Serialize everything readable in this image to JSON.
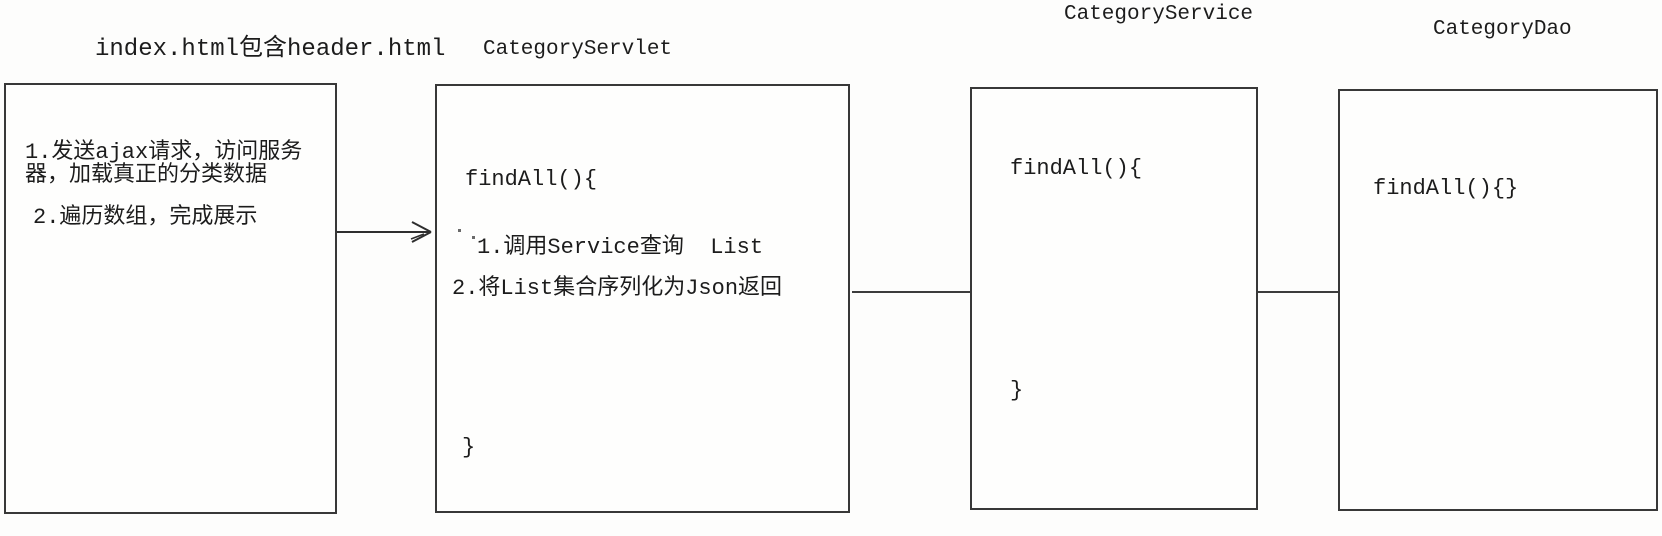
{
  "diagram": {
    "description": "Ajax category query flow diagram",
    "colors": {
      "background": "#fdfdfc",
      "box_border": "#383838",
      "text": "#1c1c1c"
    },
    "nodes": [
      {
        "id": "client",
        "title": "index.html包含header.html",
        "body": [
          "1.发送ajax请求，访问服务器，加载真正的分类数据",
          "2.遍历数组，完成展示"
        ]
      },
      {
        "id": "servlet",
        "title": "CategoryServlet",
        "body": [
          "findAll(){",
          "1.调用Service查询  List",
          "2.将List集合序列化为Json返回",
          "}"
        ]
      },
      {
        "id": "service",
        "title": "CategoryService",
        "body": [
          "findAll(){",
          "}"
        ]
      },
      {
        "id": "dao",
        "title": "CategoryDao",
        "body": [
          "findAll(){}"
        ]
      }
    ],
    "connectors": [
      {
        "from": "client",
        "to": "servlet",
        "style": "arrow"
      },
      {
        "from": "servlet",
        "to": "service",
        "style": "line"
      },
      {
        "from": "service",
        "to": "dao",
        "style": "line"
      }
    ]
  }
}
